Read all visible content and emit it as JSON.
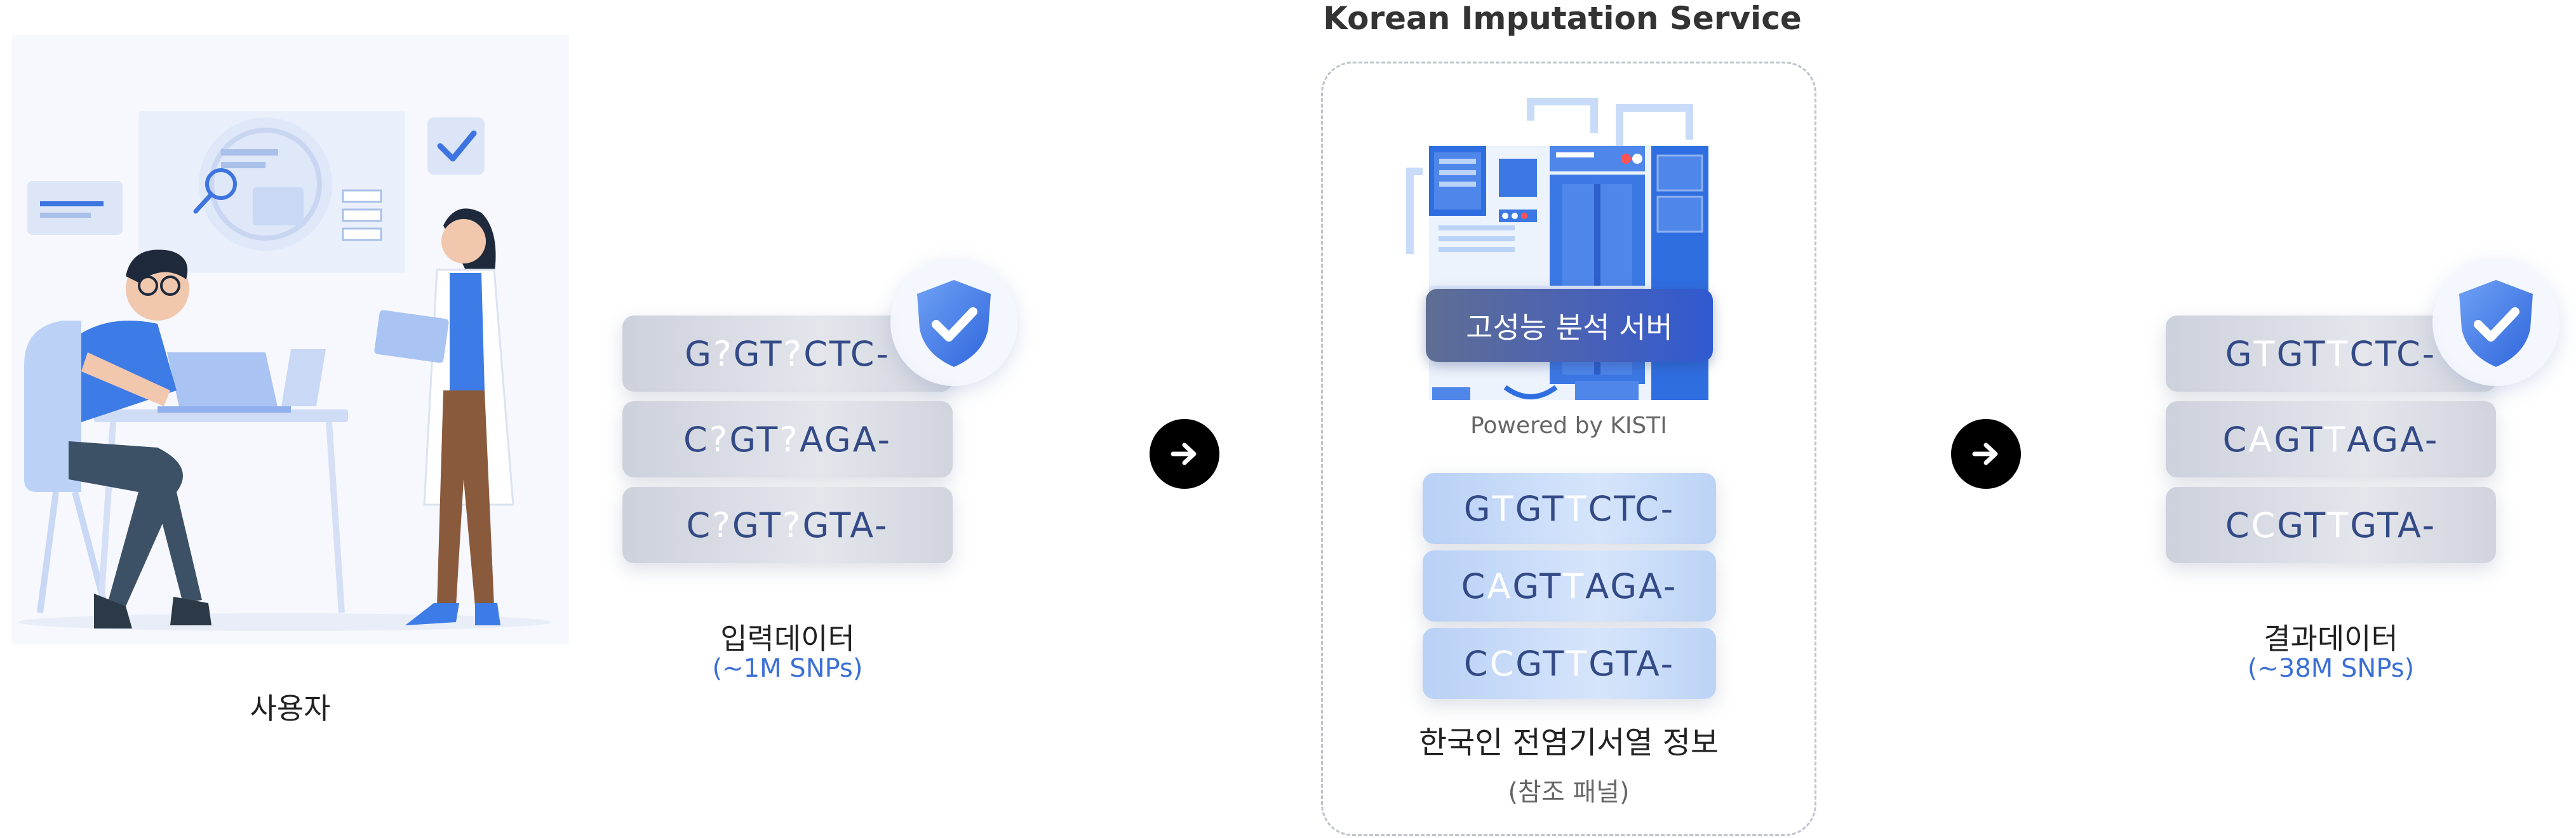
{
  "service_title": "Korean Imputation Service",
  "user": {
    "label": "사용자"
  },
  "input_data": {
    "rows": [
      [
        "G",
        "?",
        "GT",
        "?",
        "CTC-"
      ],
      [
        "C",
        "?",
        "GT",
        "?",
        "AGA-"
      ],
      [
        "C",
        "?",
        "GT",
        "?",
        "GTA-"
      ]
    ],
    "caption": "입력데이터",
    "subcaption": "(~1M SNPs)"
  },
  "server": {
    "button_label": "고성능 분석 서버",
    "powered_by": "Powered by KISTI"
  },
  "reference": {
    "rows": [
      [
        "G",
        "T",
        "GT",
        "T",
        "CTC-"
      ],
      [
        "C",
        "A",
        "GT",
        "T",
        "AGA-"
      ],
      [
        "C",
        "C",
        "GT",
        "T",
        "GTA-"
      ]
    ],
    "caption": "한국인 전염기서열 정보",
    "subcaption": "(참조 패널)"
  },
  "result_data": {
    "rows": [
      [
        "G",
        "T",
        "GT",
        "T",
        "CTC-"
      ],
      [
        "C",
        "A",
        "GT",
        "T",
        "AGA-"
      ],
      [
        "C",
        "C",
        "GT",
        "T",
        "GTA-"
      ]
    ],
    "caption": "결과데이터",
    "subcaption": "(~38M SNPs)"
  },
  "colors": {
    "accent_blue": "#3b6fd6",
    "sequence_text": "#334a86",
    "arrow": "#000000"
  },
  "icons": [
    "shield-check-icon",
    "arrow-right-icon",
    "checkbox-icon",
    "magnifier-icon"
  ]
}
